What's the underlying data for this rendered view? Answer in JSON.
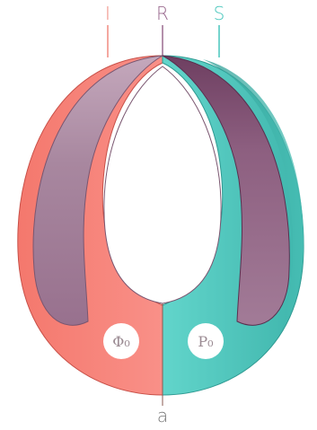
{
  "labels": {
    "top_left": "I",
    "top_middle": "R",
    "top_right": "S",
    "bottom": "a"
  },
  "circles": {
    "left": "Φ₀",
    "right": "P₀"
  },
  "colors": {
    "coral": "#f47c70",
    "coral_dark": "#d85a52",
    "teal": "#5ed0c6",
    "teal_dark": "#37a79f",
    "mauve": "#a7809a",
    "mauve_dark": "#6c3e5f",
    "label_I": "#f08a80",
    "label_R": "#9a6a8f",
    "label_S": "#47c6bc"
  }
}
